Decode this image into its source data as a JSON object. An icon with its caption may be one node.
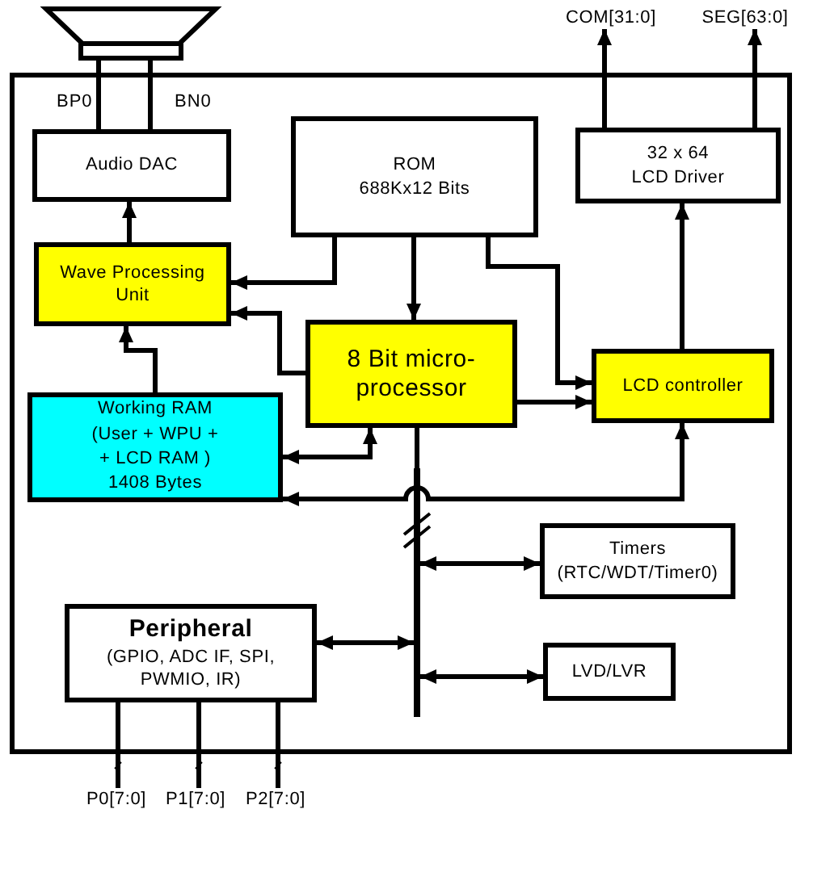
{
  "diagram": {
    "nodes": [
      {
        "text": [],
        "shape": "box"
      },
      {
        "text": [],
        "shape": "speaker"
      },
      {
        "text": [
          "Audio DAC"
        ],
        "in": 0
      },
      {
        "text": [
          "ROM",
          "688Kx12 Bits"
        ],
        "in": 0
      },
      {
        "text": [
          "32 x 64 LCD Driver"
        ],
        "in": 0
      },
      {
        "text": [
          "Wave Processing Unit"
        ],
        "in": 0
      },
      {
        "text": [
          "8 Bit micro-processor"
        ],
        "in": 0
      },
      {
        "text": [
          "LCD controller"
        ],
        "in": 0
      },
      {
        "text": [
          "Working RAM (User + WPU + + LCD RAM ) 1408 Bytes"
        ],
        "in": 0
      },
      {
        "text": [
          "Timers (RTC/WDT/Timer0)"
        ],
        "in": 0
      },
      {
        "text": [
          "Peripheral",
          "(GPIO, ADC IF, SPI, PWMIO, IR)"
        ],
        "in": 0
      },
      {
        "text": [
          "LVD/LVR"
        ],
        "in": 0
      },
      {
        "text": [],
        "shape": "bar",
        "in": 0
      },
      {
        "text": [
          "COM[31:0]"
        ]
      },
      {
        "text": [
          "SEG[63:0]"
        ]
      },
      {
        "text": [
          "P0[7:0]"
        ]
      },
      {
        "text": [
          "P1[7:0]"
        ]
      },
      {
        "text": [
          "P2[7:0]"
        ]
      }
    ],
    "edges": [
      {
        "from": 2,
        "to": 1,
        "arrow": "none"
      },
      {
        "from": 2,
        "to": 1,
        "arrow": "none"
      },
      {
        "from": 4,
        "to": 13,
        "arrow": "to"
      },
      {
        "from": 4,
        "to": 14,
        "arrow": "to"
      },
      {
        "from": 5,
        "to": 2,
        "arrow": "to"
      },
      {
        "from": 3,
        "to": 5,
        "arrow": "to"
      },
      {
        "from": 3,
        "to": 6,
        "arrow": "to"
      },
      {
        "from": 3,
        "to": 7,
        "arrow": "to"
      },
      {
        "from": 6,
        "to": 5,
        "arrow": "to"
      },
      {
        "from": 6,
        "to": 7,
        "arrow": "to"
      },
      {
        "from": 7,
        "to": 4,
        "arrow": "to"
      },
      {
        "from": 8,
        "to": 5,
        "arrow": "to"
      },
      {
        "from": 8,
        "to": 6,
        "arrow": "both"
      },
      {
        "from": 7,
        "to": 8,
        "arrow": "both"
      },
      {
        "from": 6,
        "to": 12,
        "arrow": "none"
      },
      {
        "from": 12,
        "to": 9,
        "arrow": "both"
      },
      {
        "from": 12,
        "to": 10,
        "arrow": "both"
      },
      {
        "from": 12,
        "to": 11,
        "arrow": "both"
      },
      {
        "from": 10,
        "to": 15,
        "arrow": "none"
      },
      {
        "from": 10,
        "to": 16,
        "arrow": "none"
      },
      {
        "from": 10,
        "to": 17,
        "arrow": "none"
      }
    ],
    "labels": [
      "BP0",
      "BN0"
    ]
  }
}
